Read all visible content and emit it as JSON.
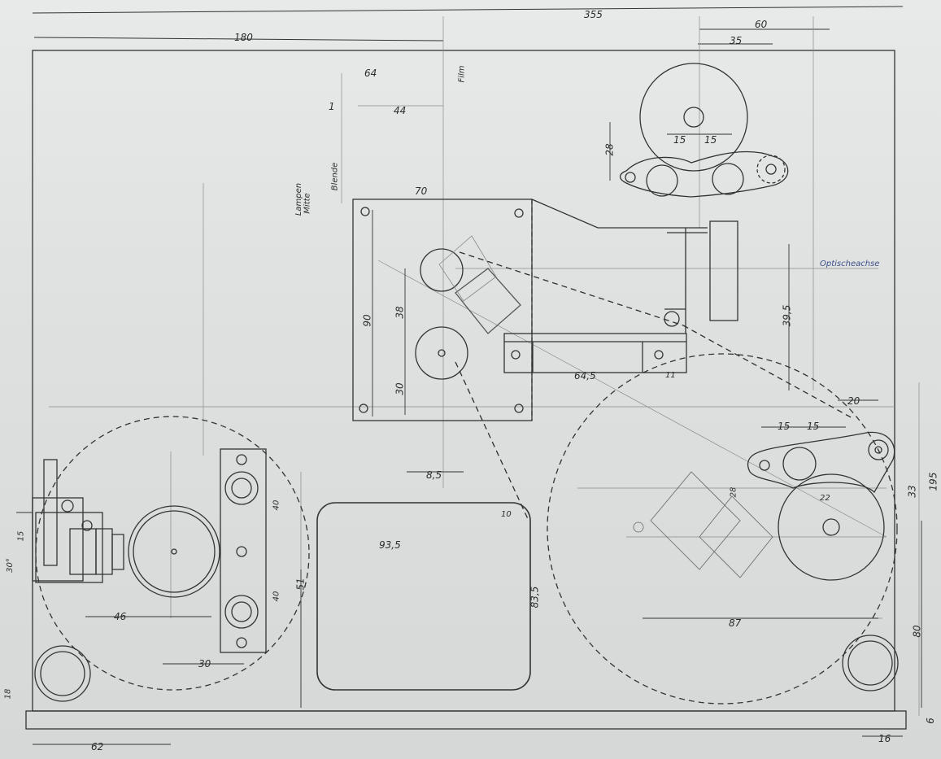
{
  "labels": {
    "total_width": "355",
    "left_180": "180",
    "right_60": "60",
    "right_35": "35",
    "d_64": "64",
    "d_44": "44",
    "d_1": "1",
    "film": "Film",
    "blende": "Blende",
    "lampen_mitte_1": "Lampen",
    "lampen_mitte_2": "Mitte",
    "d_70": "70",
    "d_28": "28",
    "d_15a": "15",
    "d_15b": "15",
    "optischeachse": "Optischeachse",
    "d_90": "90",
    "d_38": "38",
    "d_30": "30",
    "d_39_5": "39,5",
    "d_64_5": "64,5",
    "d_11": "11",
    "d_20": "20",
    "d_15c": "15",
    "d_15d": "15",
    "d_195": "195",
    "d_33": "33",
    "d_28b": "28",
    "d_22": "22",
    "d_8_5": "8,5",
    "d_10": "10",
    "d_93_5": "93,5",
    "d_83_5": "83,5",
    "d_87": "87",
    "d_80": "80",
    "d_6": "6",
    "d_16": "16",
    "d_40a": "40",
    "d_40b": "40",
    "d_15e": "15",
    "d_30deg": "30°",
    "d_46": "46",
    "d_30b": "30",
    "d_51": "51",
    "d_18": "18",
    "d_62": "62"
  }
}
